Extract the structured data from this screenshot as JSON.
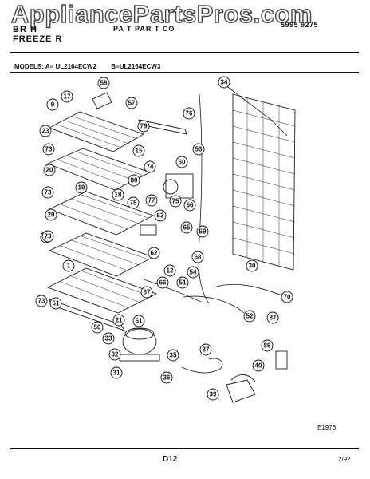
{
  "watermark": "AppliancePartsPros.com",
  "header": {
    "brand_line1": "BR   H",
    "brand_line2": "FREEZE R",
    "title": "PA   T    PAR    T   CO",
    "doc_number": "5995   9275"
  },
  "models": {
    "a": "MODELS:  A= UL2164ECW2",
    "b": "B=UL2164ECW3"
  },
  "callouts": [
    "58",
    "57",
    "34",
    "17",
    "9",
    "76",
    "79",
    "23",
    "73",
    "15",
    "53",
    "60",
    "74",
    "20",
    "80",
    "19",
    "73",
    "18",
    "77",
    "75",
    "78",
    "56",
    "20",
    "63",
    "29",
    "73",
    "65",
    "59",
    "62",
    "68",
    "30",
    "1",
    "12",
    "54",
    "66",
    "51",
    "67",
    "70",
    "73",
    "51",
    "52",
    "87",
    "21",
    "51",
    "50",
    "33",
    "86",
    "37",
    "35",
    "32",
    "40",
    "31",
    "36",
    "39"
  ],
  "footer": {
    "figure_code": "E1976",
    "page_code": "D12",
    "date": "2/92"
  }
}
